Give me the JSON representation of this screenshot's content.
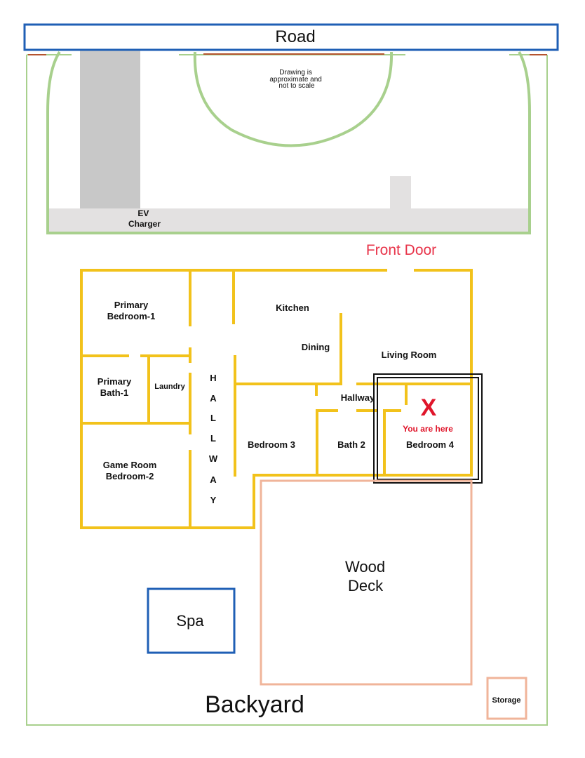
{
  "title": "Property site map",
  "road": "Road",
  "note": [
    "Drawing is",
    "approximate and",
    "not to scale"
  ],
  "ev_charger": [
    "EV",
    "Charger"
  ],
  "front_door": "Front Door",
  "rooms": {
    "primary_bedroom": [
      "Primary",
      "Bedroom-1"
    ],
    "primary_bath": [
      "Primary",
      "Bath-1"
    ],
    "laundry": "Laundry",
    "game_room": [
      "Game Room",
      "Bedroom-2"
    ],
    "hallway_vertical": [
      "H",
      "A",
      "L",
      "L",
      "W",
      "A",
      "Y"
    ],
    "kitchen": "Kitchen",
    "dining": "Dining",
    "living_room": "Living Room",
    "hallway": "Hallway",
    "bedroom3": "Bedroom 3",
    "bath2": "Bath 2",
    "bedroom4": "Bedroom 4"
  },
  "marker": {
    "symbol": "X",
    "label": "You are here"
  },
  "wood_deck": [
    "Wood",
    "Deck"
  ],
  "spa": "Spa",
  "backyard": "Backyard",
  "storage": "Storage",
  "colors": {
    "road": "#1f5fb5",
    "lawn": "#a8d08d",
    "house": "#f2c21b",
    "deck": "#f0b49a",
    "marker": "#e0162b",
    "front_door": "#e8344a"
  }
}
